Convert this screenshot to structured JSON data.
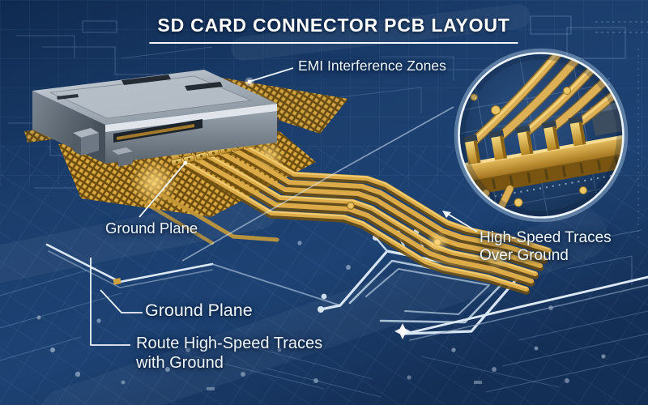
{
  "title": {
    "text": "SD CARD CONNECTOR PCB LAYOUT"
  },
  "labels": {
    "emi": "EMI Interference Zones",
    "ground_plane_upper": "Ground Plane",
    "ground_plane_lower": "Ground Plane",
    "route_traces_line1": "Route High-Speed Traces",
    "route_traces_line2": "with Ground",
    "high_speed_line1": "High-Speed Traces",
    "high_speed_line2": "Over Ground"
  },
  "colors": {
    "board_blue": "#1c4070",
    "trace_gold": "#dcab47",
    "ground_hatch_gold": "#d9a83e",
    "connector_metal": "#9aa4ae",
    "silver_trace": "#d7e6f2",
    "circuit_line": "#8fb3da",
    "label_text": "#eef5fc"
  }
}
